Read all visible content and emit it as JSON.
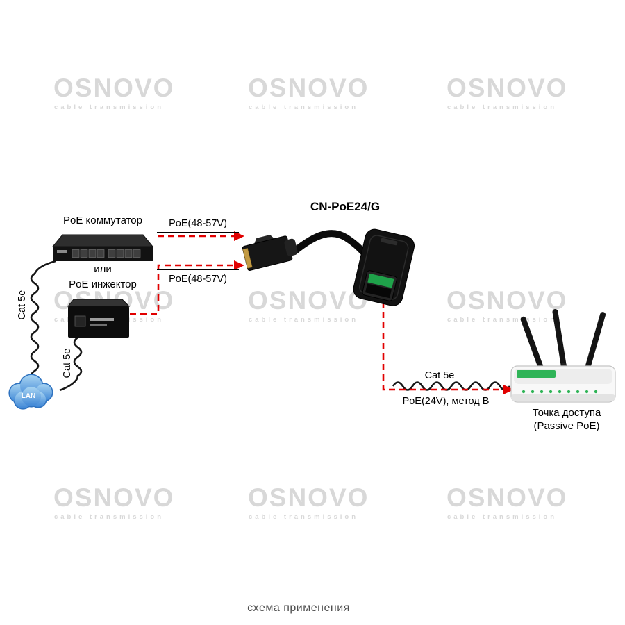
{
  "watermark": {
    "title": "OSNOVO",
    "subtitle": "cable transmission"
  },
  "title": {
    "device": "CN-PoE24/G"
  },
  "devices": {
    "switch": "PoE коммутатор",
    "or": "или",
    "injector": "PoE инжектор",
    "access_point_line1": "Точка доступа",
    "access_point_line2": "(Passive PoE)",
    "lan": "LAN"
  },
  "connections": {
    "poe_from_switch": "PoE(48-57V)",
    "poe_from_injector": "PoE(48-57V)",
    "cat5e_switch": "Cat 5e",
    "cat5e_injector": "Cat 5e",
    "cat5e_out": "Cat 5e",
    "poe_out": "PoE(24V), метод B"
  },
  "caption": "схема применения",
  "colors": {
    "arrow_red": "#e10000",
    "watermark_gray": "#d8d8d8",
    "led_green": "#2fb457",
    "cloud_blue": "#3e86d6"
  }
}
